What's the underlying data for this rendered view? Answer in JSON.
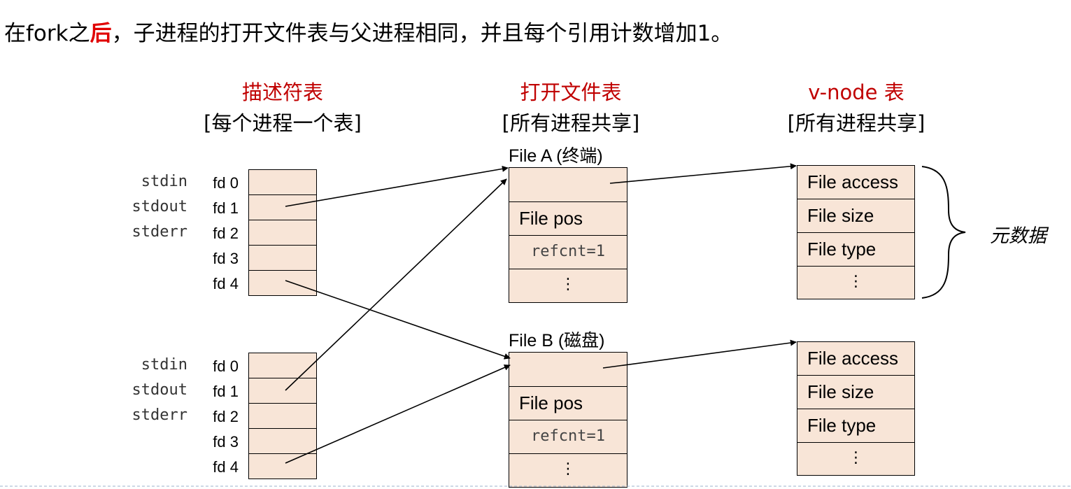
{
  "heading": {
    "prefix": "在fork之",
    "accent": "后",
    "suffix": "，子进程的打开文件表与父进程相同，并且每个引用计数增加1。"
  },
  "columns": {
    "descriptor": {
      "title": "描述符表",
      "subtitle": "[每个进程一个表]"
    },
    "open_file": {
      "title": "打开文件表",
      "subtitle": "[所有进程共享]"
    },
    "vnode": {
      "title": "v-node 表",
      "subtitle": "[所有进程共享]"
    }
  },
  "descriptor_tables": [
    {
      "rows": [
        {
          "stream": "stdin",
          "fd": "fd 0"
        },
        {
          "stream": "stdout",
          "fd": "fd 1"
        },
        {
          "stream": "stderr",
          "fd": "fd 2"
        },
        {
          "stream": "",
          "fd": "fd 3"
        },
        {
          "stream": "",
          "fd": "fd 4"
        }
      ]
    },
    {
      "rows": [
        {
          "stream": "stdin",
          "fd": "fd 0"
        },
        {
          "stream": "stdout",
          "fd": "fd 1"
        },
        {
          "stream": "stderr",
          "fd": "fd 2"
        },
        {
          "stream": "",
          "fd": "fd 3"
        },
        {
          "stream": "",
          "fd": "fd 4"
        }
      ]
    }
  ],
  "open_files": [
    {
      "label": "File A (终端)",
      "pos": "File pos",
      "refcnt": "refcnt=1",
      "more": "⋮"
    },
    {
      "label": "File B (磁盘)",
      "pos": "File pos",
      "refcnt": "refcnt=1",
      "more": "⋮"
    }
  ],
  "vnodes": [
    {
      "access": "File access",
      "size": "File size",
      "type": "File type",
      "more": "⋮"
    },
    {
      "access": "File access",
      "size": "File size",
      "type": "File type",
      "more": "⋮"
    }
  ],
  "metadata_label": "元数据",
  "colors": {
    "cell_fill": "#f8e5d7",
    "accent_red": "#c00000",
    "heading_red": "#e00000",
    "line": "#000000"
  }
}
